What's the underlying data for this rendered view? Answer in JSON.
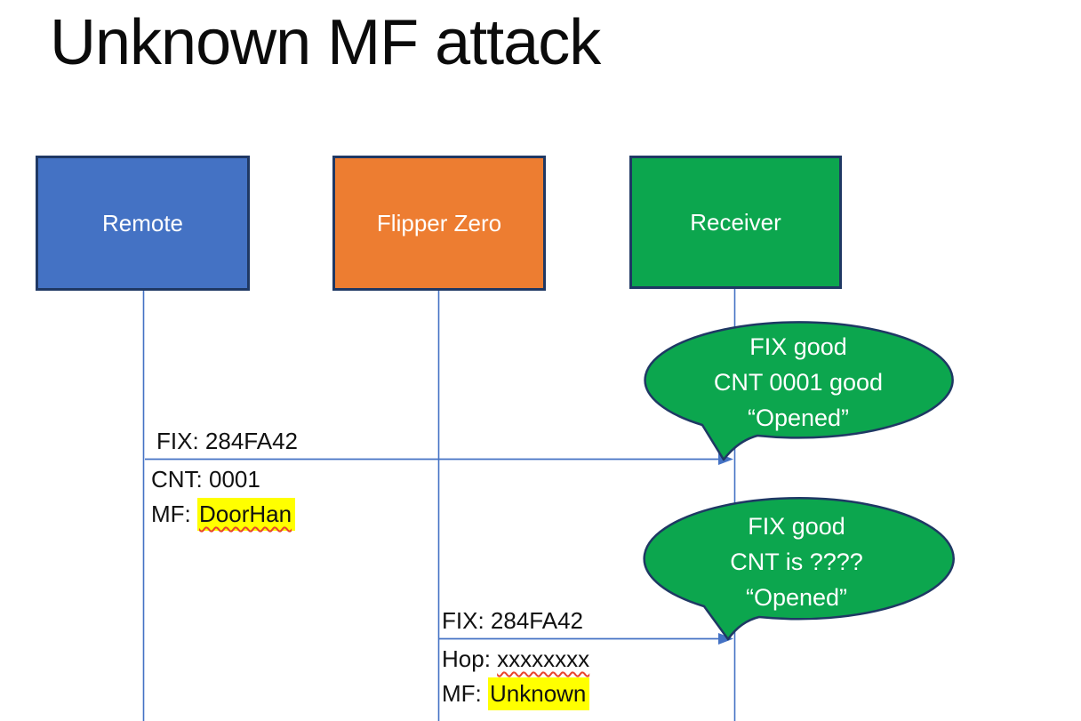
{
  "title": "Unknown MF attack",
  "actors": [
    {
      "name": "Remote",
      "fill": "#4472C4"
    },
    {
      "name": "Flipper Zero",
      "fill": "#ED7D31"
    },
    {
      "name": "Receiver",
      "fill": "#0CA64E"
    }
  ],
  "messages": [
    {
      "from": "Remote",
      "to": "Receiver",
      "line1": "FIX: 284FA42",
      "line2_prefix": "CNT: ",
      "line2_value": "0001",
      "line3_prefix": "MF: ",
      "line3_value": "DoorHan"
    },
    {
      "from": "Flipper Zero",
      "to": "Receiver",
      "line1": "FIX: 284FA42",
      "line2_prefix": "Hop: ",
      "line2_value": "xxxxxxxx",
      "line3_prefix": "MF: ",
      "line3_value": "Unknown"
    }
  ],
  "callouts": [
    {
      "lines": [
        "FIX good",
        "CNT 0001 good",
        "“Opened”"
      ]
    },
    {
      "lines": [
        "FIX good",
        "CNT is ????",
        "“Opened”"
      ]
    }
  ],
  "colors": {
    "actor_blue": "#4472C4",
    "actor_orange": "#ED7D31",
    "actor_green": "#0CA64E",
    "callout_green": "#0CA64E",
    "outline_navy": "#1F3864",
    "connector_blue": "#4472C4",
    "highlight_yellow": "#FFFF00",
    "spellcheck_red": "#E8442C",
    "text_white": "#FFFFFF",
    "text_black": "#000000"
  }
}
